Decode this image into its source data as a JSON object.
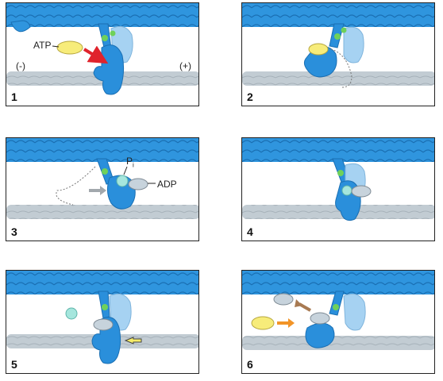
{
  "panels": [
    {
      "number": "1"
    },
    {
      "number": "2"
    },
    {
      "number": "3"
    },
    {
      "number": "4"
    },
    {
      "number": "5"
    },
    {
      "number": "6"
    }
  ],
  "labels": {
    "atp": "ATP",
    "minus_end": "(-)",
    "plus_end": "(+)",
    "pi_main": "P",
    "pi_sub": "i",
    "adp": "ADP"
  },
  "colors": {
    "thick_filament": "#2f95de",
    "myosin_head": "#2a8fdb",
    "myosin_light": "#a6d2f2",
    "actin": "#c2ccd3",
    "atp": "#f7ec7a",
    "adp": "#c7d3dc",
    "pi": "#a5e6dd",
    "light_chain": "#6fd15a",
    "arrow_red": "#e0232c",
    "arrow_gray": "#a2a8ad",
    "arrow_yellow": "#f5ec69",
    "arrow_brown": "#a87a52",
    "arrow_orange": "#f29427"
  }
}
